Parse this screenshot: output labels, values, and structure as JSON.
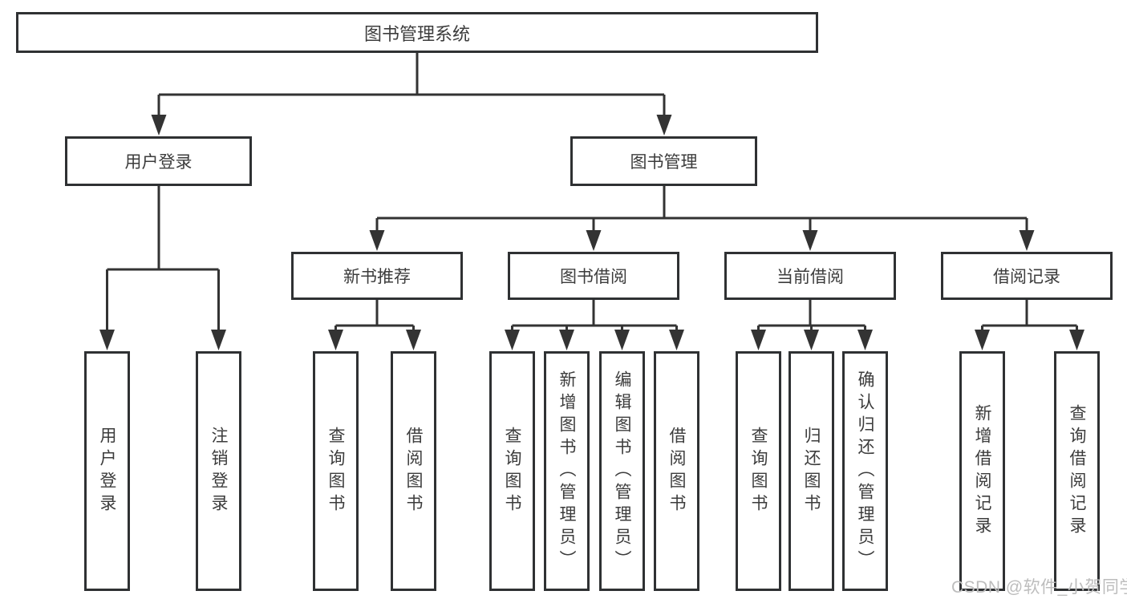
{
  "diagram": {
    "root": {
      "label": "图书管理系统"
    },
    "level2": [
      {
        "label": "用户登录"
      },
      {
        "label": "图书管理"
      }
    ],
    "level3": [
      {
        "label": "新书推荐"
      },
      {
        "label": "图书借阅"
      },
      {
        "label": "当前借阅"
      },
      {
        "label": "借阅记录"
      }
    ],
    "leaves": [
      {
        "label": "用户登录"
      },
      {
        "label": "注销登录"
      },
      {
        "label": "查询图书"
      },
      {
        "label": "借阅图书"
      },
      {
        "label": "查询图书"
      },
      {
        "label": "新增图书（管理员）"
      },
      {
        "label": "编辑图书（管理员）"
      },
      {
        "label": "借阅图书"
      },
      {
        "label": "查询图书"
      },
      {
        "label": "归还图书"
      },
      {
        "label": "确认归还（管理员）"
      },
      {
        "label": "新增借阅记录"
      },
      {
        "label": "查询借阅记录"
      }
    ],
    "watermark": "CSDN @软件_小贺同学",
    "colors": {
      "line": "#333333",
      "text": "#3c3c3c",
      "watermark": "#bdbdbd",
      "background": "#ffffff"
    }
  }
}
